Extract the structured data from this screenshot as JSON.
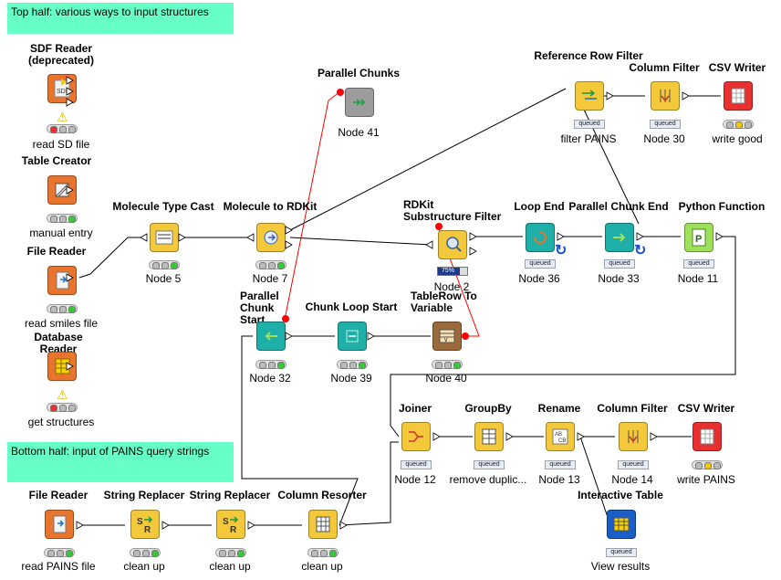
{
  "annotations": {
    "top": "Top half: various ways to input structures",
    "bottom": "Bottom half: input of PAINS query strings"
  },
  "nodes": {
    "sdf_reader": {
      "title": "SDF Reader (deprecated)",
      "caption": "read SD file",
      "color": "#e8742e"
    },
    "table_creator": {
      "title": "Table Creator",
      "caption": "manual entry",
      "color": "#e8742e"
    },
    "file_reader_top": {
      "title": "File Reader",
      "caption": "read smiles file",
      "color": "#e8742e"
    },
    "database_reader": {
      "title": "Database Reader",
      "caption": "get structures",
      "color": "#e8742e"
    },
    "molecule_type_cast": {
      "title": "Molecule Type Cast",
      "caption": "Node 5",
      "color": "#f3c83a"
    },
    "molecule_to_rdkit": {
      "title": "Molecule to RDKit",
      "caption": "Node 7",
      "color": "#f3c83a"
    },
    "parallel_chunks": {
      "title": "Parallel Chunks",
      "caption": "Node 41",
      "color": "#9c9c9c"
    },
    "rdkit_substructure_filter": {
      "title": "RDKit Substructure Filter",
      "caption": "Node 2",
      "color": "#f3c83a",
      "progress": "75%"
    },
    "loop_end": {
      "title": "Loop End",
      "caption": "Node 36",
      "color": "#1eb0a8"
    },
    "parallel_chunk_end": {
      "title": "Parallel Chunk End",
      "caption": "Node 33",
      "color": "#1eb0a8"
    },
    "python_function": {
      "title": "Python Function",
      "caption": "Node 11",
      "color": "#9ee05a"
    },
    "reference_row_filter": {
      "title": "Reference Row Filter",
      "caption": "filter PAINS",
      "color": "#f3c83a"
    },
    "column_filter_top": {
      "title": "Column Filter",
      "caption": "Node 30",
      "color": "#f3c83a"
    },
    "csv_writer_top": {
      "title": "CSV Writer",
      "caption": "write good",
      "color": "#e83030"
    },
    "parallel_chunk_start": {
      "title": "Parallel Chunk Start",
      "caption": "Node 32",
      "color": "#1eb0a8"
    },
    "chunk_loop_start": {
      "title": "Chunk Loop Start",
      "caption": "Node 39",
      "color": "#1eb0a8"
    },
    "tablerow_to_variable": {
      "title": "TableRow To Variable",
      "caption": "Node 40",
      "color": "#9a6a3a"
    },
    "joiner": {
      "title": "Joiner",
      "caption": "Node 12",
      "color": "#f3c83a"
    },
    "groupby": {
      "title": "GroupBy",
      "caption": "remove duplic...",
      "color": "#f3c83a"
    },
    "rename": {
      "title": "Rename",
      "caption": "Node 13",
      "color": "#f3c83a"
    },
    "column_filter_bottom": {
      "title": "Column Filter",
      "caption": "Node 14",
      "color": "#f3c83a"
    },
    "csv_writer_bottom": {
      "title": "CSV Writer",
      "caption": "write PAINS",
      "color": "#e83030"
    },
    "interactive_table": {
      "title": "Interactive Table",
      "caption": "View results",
      "color": "#1a5fc8"
    },
    "file_reader_bottom": {
      "title": "File Reader",
      "caption": "read PAINS file",
      "color": "#e8742e"
    },
    "string_replacer_1": {
      "title": "String Replacer",
      "caption": "clean up",
      "color": "#f3c83a"
    },
    "string_replacer_2": {
      "title": "String Replacer",
      "caption": "clean up",
      "color": "#f3c83a"
    },
    "column_resorter": {
      "title": "Column Resorter",
      "caption": "clean up",
      "color": "#f3c83a"
    }
  },
  "status_labels": {
    "queued": "queued"
  }
}
